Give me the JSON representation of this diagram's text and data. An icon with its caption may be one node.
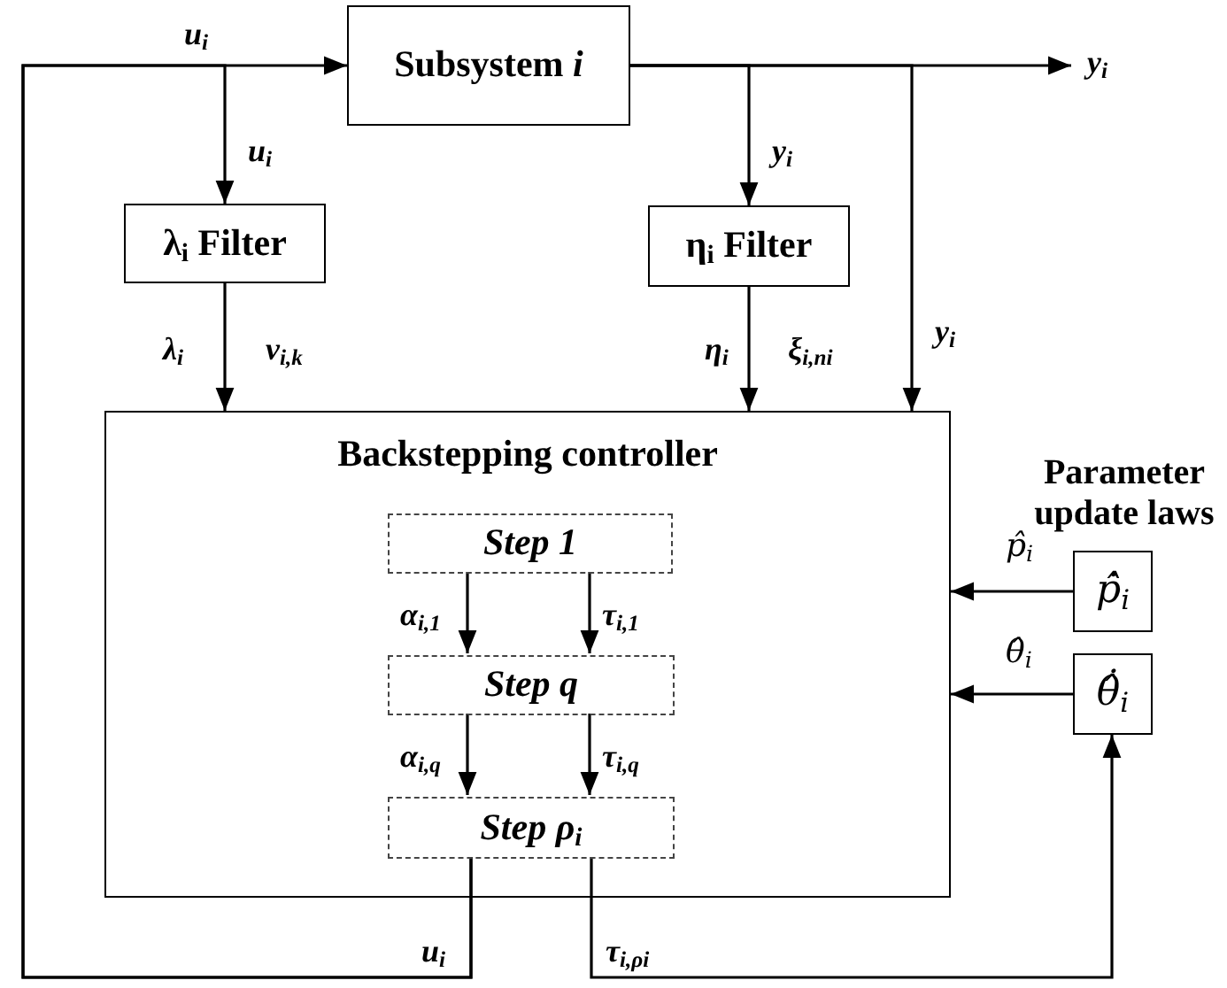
{
  "diagram": {
    "nodes": [
      {
        "text": [
          "Subsystem *i*"
        ]
      },
      {
        "text": [
          "λ$_{i}$ Filter"
        ]
      },
      {
        "text": [
          "η$_{i}$ Filter"
        ]
      },
      {
        "text": [
          "Backstepping controller"
        ]
      },
      {
        "text": [
          "Step 1"
        ],
        "in": 3
      },
      {
        "text": [
          "Step q"
        ],
        "in": 3
      },
      {
        "text": [
          "Step ρ$_{i}$"
        ],
        "in": 3
      },
      {
        "text": [
          "p̂̇$_{i}$"
        ]
      },
      {
        "text": [
          "θ̂̇$_{i}$"
        ]
      }
    ],
    "edges": [
      {
        "from": 6,
        "to": 0,
        "arrow": "to",
        "label": "u$_{i}$"
      },
      {
        "from": 6,
        "to": 1,
        "arrow": "to",
        "label": "u$_{i}$"
      },
      {
        "from": 0,
        "to": null,
        "arrow": "to",
        "label": "y$_{i}$"
      },
      {
        "from": 0,
        "to": 2,
        "arrow": "to",
        "label": "y$_{i}$"
      },
      {
        "from": 0,
        "to": 3,
        "arrow": "to",
        "label": "y$_{i}$"
      },
      {
        "from": 1,
        "to": 3,
        "arrow": "to",
        "label": "λ$_{i}$"
      },
      {
        "from": 2,
        "to": 3,
        "arrow": "to",
        "label": "η$_{i}$"
      },
      {
        "from": 4,
        "to": 5,
        "arrow": "to",
        "label": "α$_{i,1}$"
      },
      {
        "from": 4,
        "to": 5,
        "arrow": "to",
        "label": "τ$_{i,1}$"
      },
      {
        "from": 5,
        "to": 6,
        "arrow": "to",
        "label": "α$_{i,q}$"
      },
      {
        "from": 5,
        "to": 6,
        "arrow": "to",
        "label": "τ$_{i,q}$"
      },
      {
        "from": 7,
        "to": 3,
        "arrow": "to",
        "label": "p̂$_{i}$"
      },
      {
        "from": 8,
        "to": 3,
        "arrow": "to",
        "label": "θ̂$_{i}$"
      },
      {
        "from": 6,
        "to": 8,
        "arrow": "to",
        "label": "τ$_{i,ρi}$"
      }
    ],
    "labels": [
      "u$_{i}$",
      "v$_{i,k}$",
      "ξ$_{i,ni}$",
      "Parameter update laws"
    ]
  }
}
